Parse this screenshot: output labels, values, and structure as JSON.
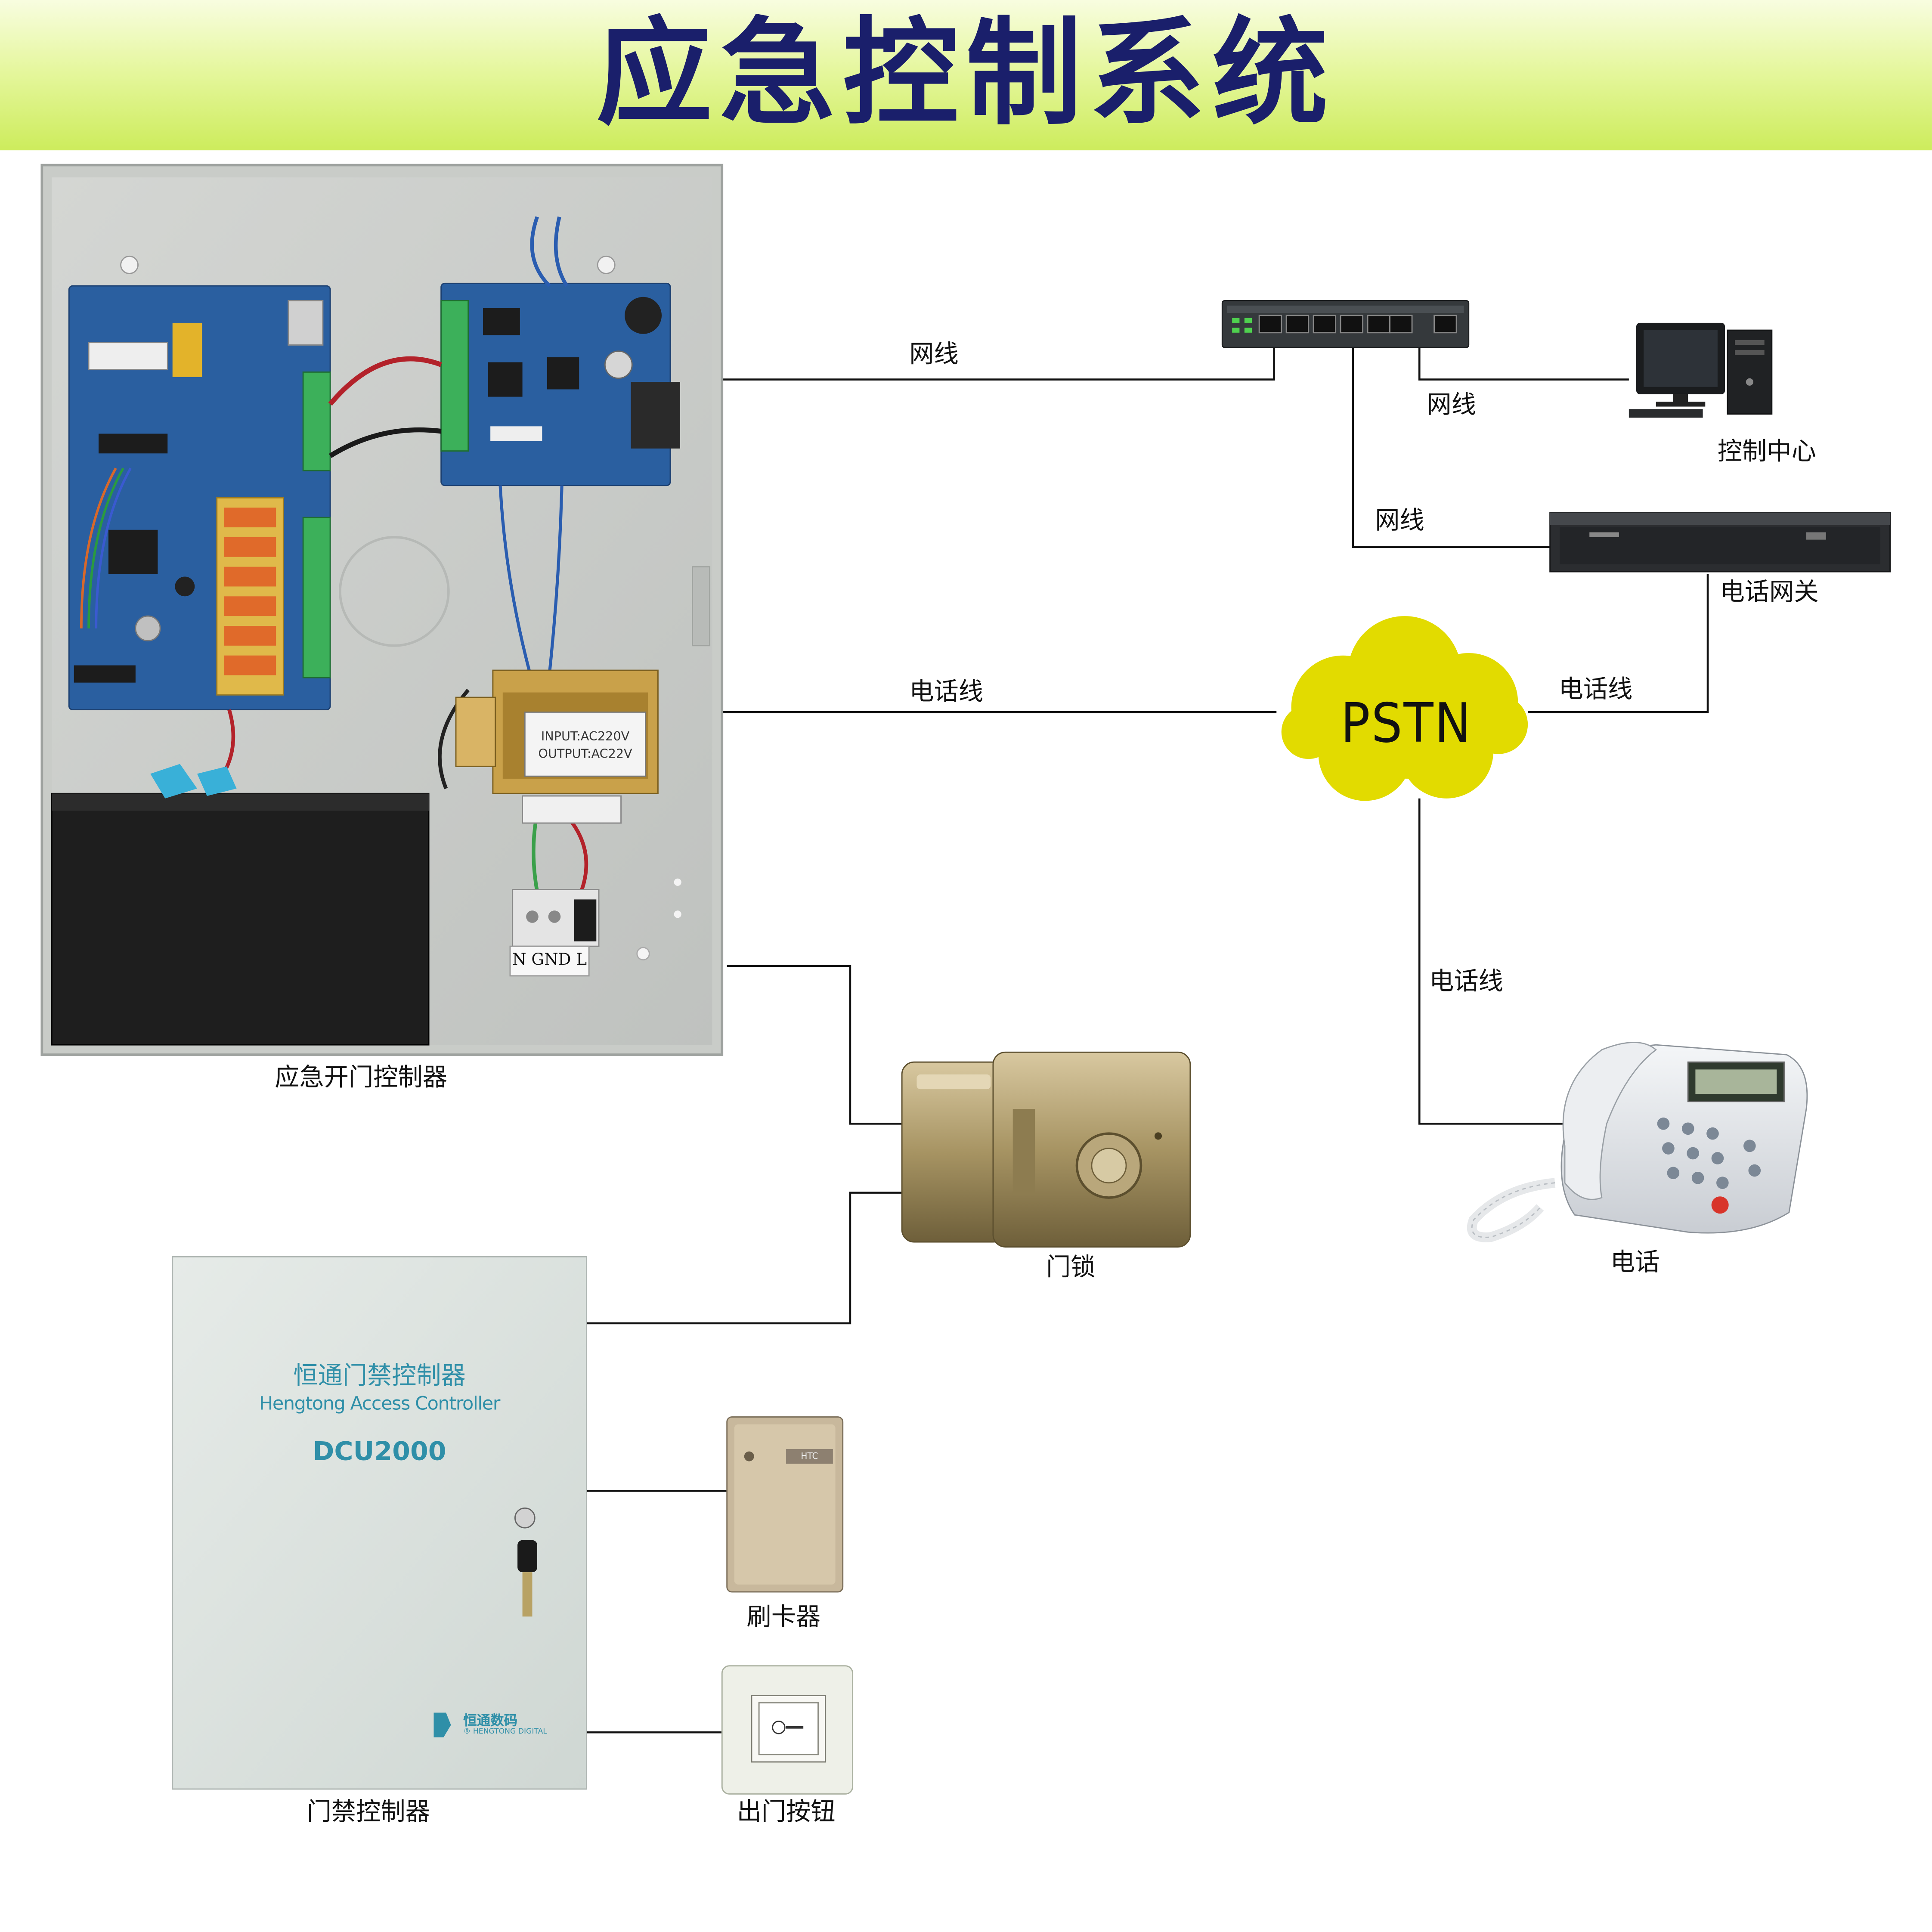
{
  "title": "应急控制系统",
  "devices": {
    "emergency_controller": {
      "label": "应急开门控制器"
    },
    "transformer": {
      "input_text": "INPUT:AC220V",
      "output_text": "OUTPUT:AC22V"
    },
    "terminal": {
      "text": "N GND L"
    },
    "control_center": {
      "label": "控制中心"
    },
    "phone_gateway": {
      "label": "电话网关"
    },
    "pstn": {
      "label": "PSTN"
    },
    "door_lock": {
      "label": "门锁"
    },
    "telephone": {
      "label": "电话"
    },
    "access_controller": {
      "label": "门禁控制器",
      "panel_title_cn": "恒通门禁控制器",
      "panel_title_en": "Hengtong Access Controller",
      "model": "DCU2000",
      "brand_cn": "恒通数码",
      "brand_en": "® HENGTONG DIGITAL"
    },
    "card_reader": {
      "label": "刷卡器",
      "brand": "HTC"
    },
    "exit_button": {
      "label": "出门按钮"
    }
  },
  "connections": {
    "net_controller_switch": "网线",
    "net_switch_pc": "网线",
    "net_switch_gateway": "网线",
    "phone_controller_pstn": "电话线",
    "phone_pstn_gateway": "电话线",
    "phone_pstn_telephone": "电话线"
  },
  "colors": {
    "title_text": "#1a1f6b",
    "pstn_cloud": "#e2db00",
    "pcb_board": "#2a5fa0",
    "access_panel_text": "#2f8fa8"
  }
}
